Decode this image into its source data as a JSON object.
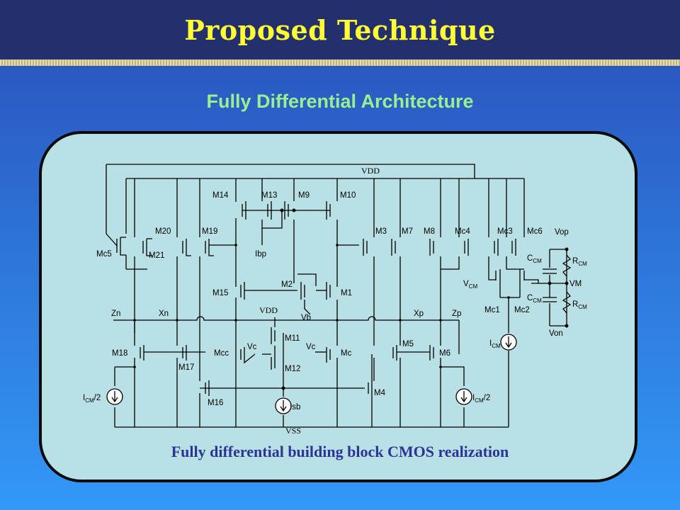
{
  "slide": {
    "title": "Proposed Technique",
    "subtitle": "Fully Differential Architecture",
    "caption": "Fully differential building block CMOS realization"
  },
  "circuit": {
    "rails": {
      "vdd": "VDD",
      "vss": "VSS"
    },
    "transistors": {
      "m14": "M14",
      "m13": "M13",
      "m9": "M9",
      "m10": "M10",
      "m20": "M20",
      "m19": "M19",
      "mc5": "Mc5",
      "m21": "M21",
      "m3": "M3",
      "m7": "M7",
      "m8": "M8",
      "mc4": "Mc4",
      "mc3": "Mc3",
      "mc6": "Mc6",
      "m15": "M15",
      "m2": "M2",
      "m1": "M1",
      "m11": "M11",
      "m12": "M12",
      "mcc": "Mcc",
      "mc": "Mc",
      "m18": "M18",
      "m17": "M17",
      "m16": "M16",
      "m5": "M5",
      "m6": "M6",
      "m4": "M4",
      "mc1": "Mc1",
      "mc2": "Mc2"
    },
    "nodes": {
      "zn": "Zn",
      "xn": "Xn",
      "xp": "Xp",
      "zp": "Zp",
      "vdd_inner": "VDD",
      "vb": "Vb",
      "vc_left": "Vc",
      "vc_right": "Vc",
      "vop": "Vop",
      "von": "Von",
      "vm": "VM"
    },
    "sources": {
      "ibp": "Ibp",
      "isb": "Isb",
      "icm_left": "I",
      "icm_right": "I",
      "icm_mid": "I",
      "cm_sub": "CM",
      "half": "/2"
    },
    "passives": {
      "c": "C",
      "r": "R",
      "cm_sub": "CM",
      "vcm": "V"
    }
  }
}
